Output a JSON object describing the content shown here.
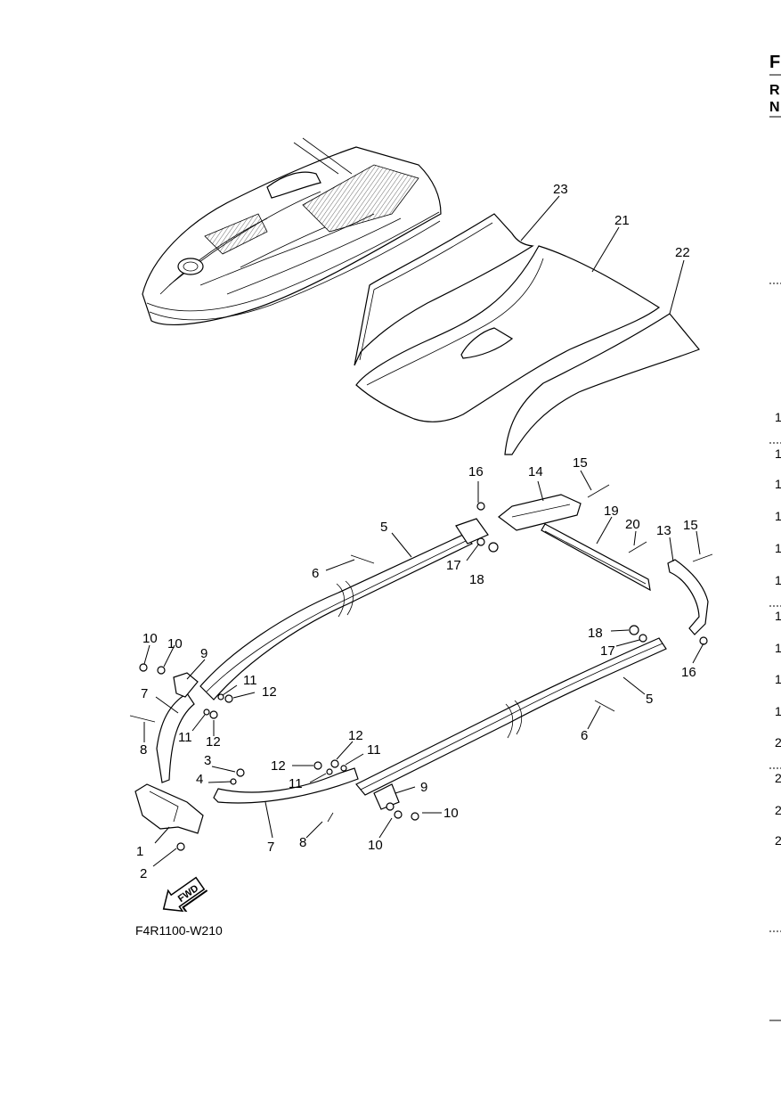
{
  "header": {
    "letters": [
      "F",
      "R",
      "N"
    ]
  },
  "edge_numbers": [
    "1",
    "1",
    "1",
    "1",
    "1",
    "1",
    "1",
    "1",
    "1",
    "1",
    "2",
    "2",
    "2",
    "2"
  ],
  "callouts": {
    "c1": "1",
    "c2": "2",
    "c3": "3",
    "c4": "4",
    "c5a": "5",
    "c5b": "5",
    "c6a": "6",
    "c6b": "6",
    "c7a": "7",
    "c7b": "7",
    "c8a": "8",
    "c8b": "8",
    "c9a": "9",
    "c9b": "9",
    "c10a": "10",
    "c10b": "10",
    "c10c": "10",
    "c10d": "10",
    "c11a": "11",
    "c11b": "11",
    "c11c": "11",
    "c11d": "11",
    "c12a": "12",
    "c12b": "12",
    "c12c": "12",
    "c12d": "12",
    "c13": "13",
    "c14": "14",
    "c15a": "15",
    "c15b": "15",
    "c16a": "16",
    "c16b": "16",
    "c17a": "17",
    "c17b": "17",
    "c18a": "18",
    "c18b": "18",
    "c19": "19",
    "c20": "20",
    "c21": "21",
    "c22": "22",
    "c23": "23"
  },
  "fwd_label": "FWD",
  "figure_code": "F4R1100-W210"
}
